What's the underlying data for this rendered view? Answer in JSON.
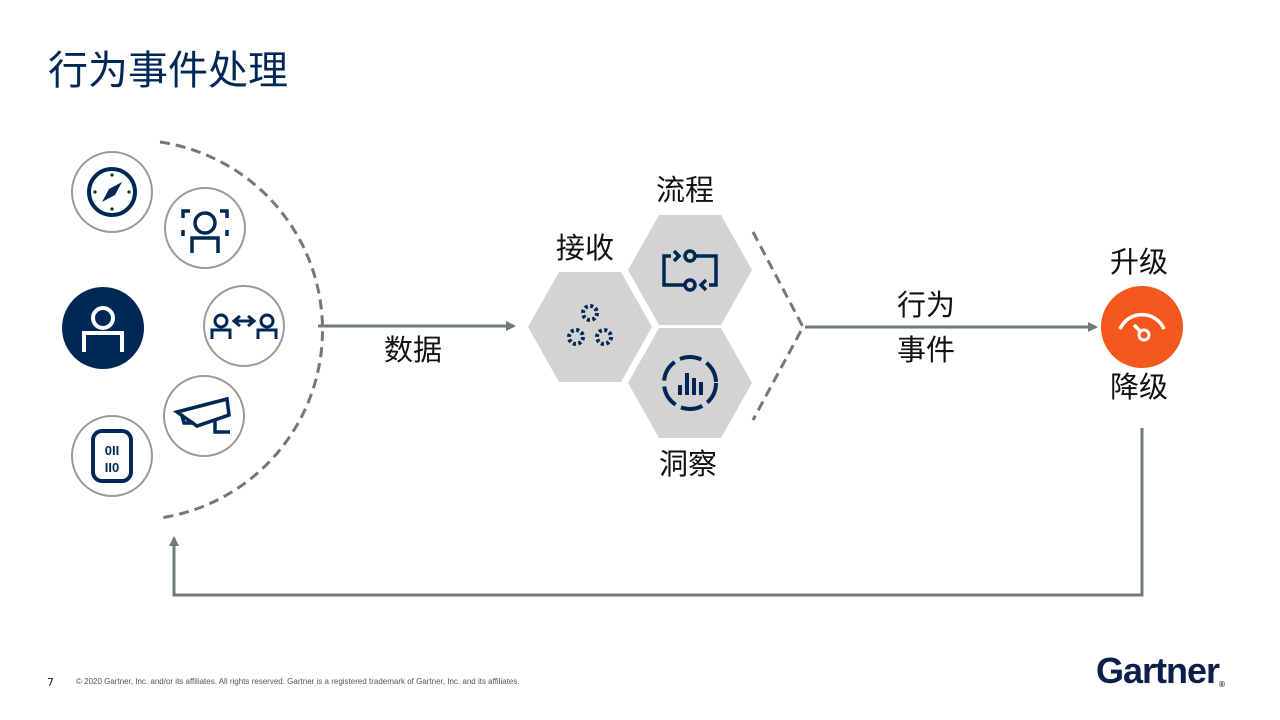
{
  "title": "行为事件处理",
  "labels": {
    "data": "数据",
    "receive": "接收",
    "process": "流程",
    "insight": "洞察",
    "behavior_event_line1": "行为",
    "behavior_event_line2": "事件",
    "upgrade": "升级",
    "downgrade": "降级"
  },
  "sources": [
    "compass-icon",
    "face-recognition-icon",
    "user-icon",
    "user-exchange-icon",
    "security-camera-icon",
    "binary-database-icon"
  ],
  "colors": {
    "navy": "#002856",
    "gray": "#6f7a79",
    "hex": "#d3d3d3",
    "orange": "#f4581c"
  },
  "footer": {
    "page_number": "7",
    "copyright": "© 2020 Gartner, Inc. and/or its affiliates. All rights reserved. Gartner is a registered trademark of Gartner, Inc. and its affiliates.",
    "logo": "Gartner"
  }
}
